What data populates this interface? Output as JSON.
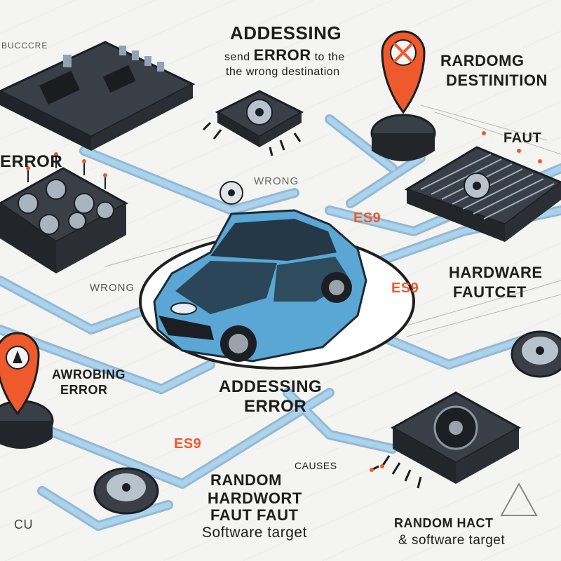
{
  "title_line1": "ADDESSING",
  "title_line2_a": "send",
  "title_line2_b": "ERROR",
  "title_line2_c": "to the",
  "title_line3": "the wrong destination",
  "label_top_left": "BUCCCRE",
  "label_random_dest_1": "RARDOMG",
  "label_random_dest_2": "DESTINITION",
  "label_faut_top": "FAUT",
  "label_error_left": "ERROR",
  "label_wrong_center": "WRONG",
  "label_es_1": "ES9",
  "label_wrong_left": "WRONG",
  "label_hardware_1": "HARDWARE",
  "label_hardware_2": "FAUTCET",
  "label_es_2": "ES9",
  "label_awrobing": "AWROBING",
  "label_error_left2": "ERROR",
  "label_addessing_center_1": "ADDESSING",
  "label_addessing_center_2": "ERROR",
  "label_es_3": "ES9",
  "label_causes": "CAUSES",
  "label_random_1": "RANDOM",
  "label_random_2": "HARDWORT",
  "label_random_3": "FAUT FAUT",
  "label_random_4": "Software target",
  "label_cu": "CU",
  "label_random_br_1": "RANDOM HACT",
  "label_random_br_2": "& software target",
  "colors": {
    "accent_orange": "#ee5a2c",
    "wire_blue": "#7fb6da",
    "car_blue": "#5aa6d4",
    "chip_dark": "#2d3138"
  }
}
